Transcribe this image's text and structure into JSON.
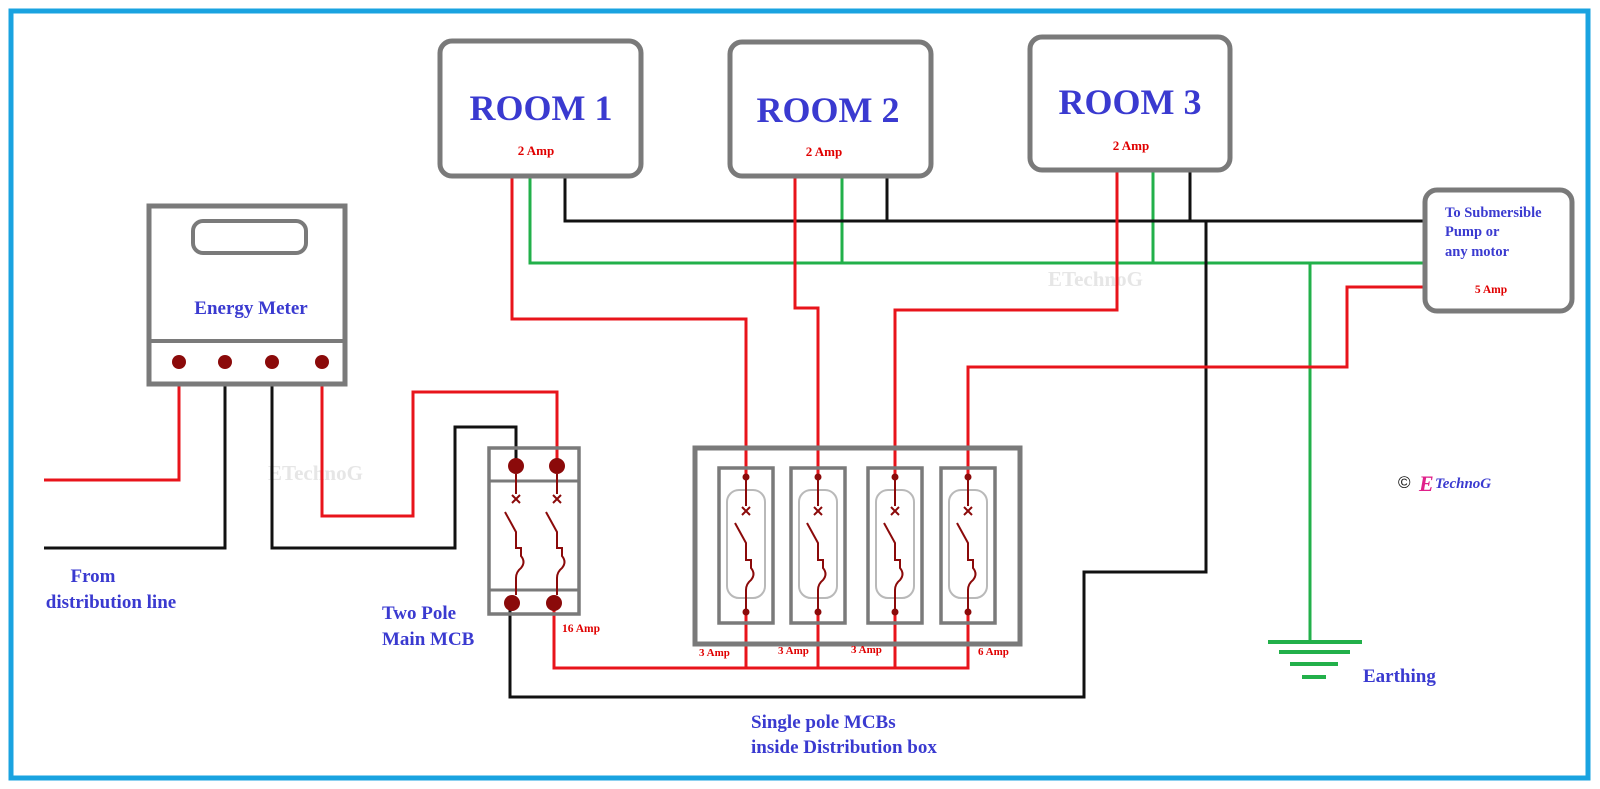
{
  "rooms": [
    {
      "name": "ROOM 1",
      "rating": "2 Amp"
    },
    {
      "name": "ROOM 2",
      "rating": "2 Amp"
    },
    {
      "name": "ROOM 3",
      "rating": "2 Amp"
    }
  ],
  "pump": {
    "lines": [
      "To Submersible",
      "Pump or",
      "any motor"
    ],
    "rating": "5 Amp"
  },
  "meter": {
    "label": "Energy Meter"
  },
  "source": {
    "lines": [
      "From",
      "distribution line"
    ]
  },
  "main_mcb": {
    "lines": [
      "Two Pole",
      "Main MCB"
    ],
    "rating": "16 Amp"
  },
  "single_mcbs": {
    "lines": [
      "Single pole MCBs",
      "inside Distribution box"
    ],
    "ratings": [
      "3 Amp",
      "3 Amp",
      "3 Amp",
      "6 Amp"
    ]
  },
  "earthing": {
    "label": "Earthing"
  },
  "watermark": "ETechnoG",
  "brand": {
    "copyright": "©",
    "mark": "E",
    "rest": "TechnoG"
  },
  "colors": {
    "frame": "#1aa3e0",
    "phase": "#e8141b",
    "neutral": "#111111",
    "earth": "#22b04a",
    "text": "#3a3ad0",
    "box": "#7a7a7a"
  }
}
